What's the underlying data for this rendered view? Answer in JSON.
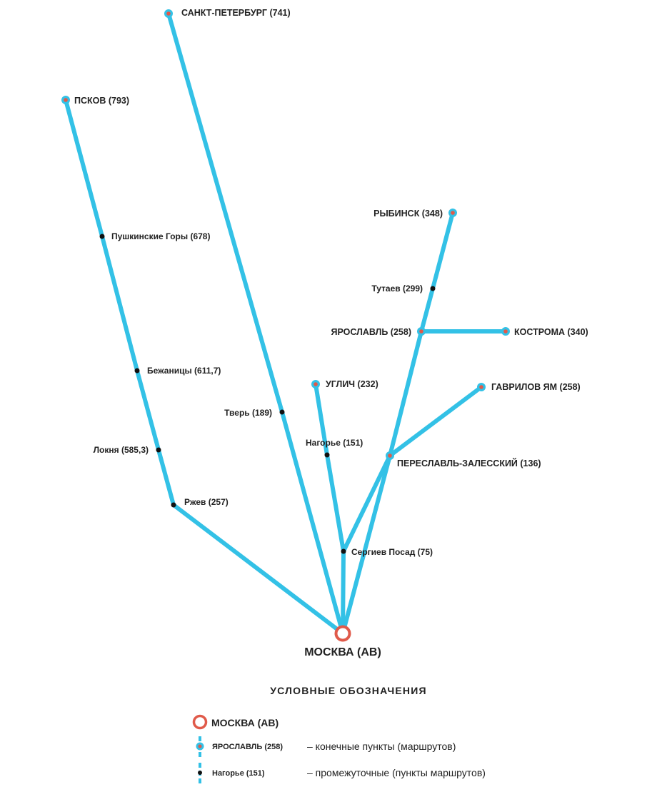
{
  "colors": {
    "route": "#33c1e6",
    "hub_ring": "#e05a4a",
    "terminal_center": "#e05a4a",
    "intermediate_dot": "#111111",
    "text": "#222222"
  },
  "hub": {
    "label": "МОСКВА (АВ)"
  },
  "stops": {
    "spb": {
      "label": "САНКТ-ПЕТЕРБУРГ (741)",
      "kind": "terminal"
    },
    "pskov": {
      "label": "ПСКОВ (793)",
      "kind": "terminal"
    },
    "rybinsk": {
      "label": "РЫБИНСК (348)",
      "kind": "terminal"
    },
    "kostroma": {
      "label": "КОСТРОМА (340)",
      "kind": "terminal"
    },
    "uglich": {
      "label": "УГЛИЧ (232)",
      "kind": "terminal"
    },
    "gavrilov": {
      "label": "ГАВРИЛОВ ЯМ (258)",
      "kind": "terminal"
    },
    "yaroslavl": {
      "label": "ЯРОСЛАВЛЬ (258)",
      "kind": "terminal"
    },
    "pereslavl": {
      "label": "ПЕРЕСЛАВЛЬ-ЗАЛЕССКИЙ (136)",
      "kind": "terminal"
    },
    "pushkin": {
      "label": "Пушкинские Горы (678)",
      "kind": "intermediate"
    },
    "bezhan": {
      "label": "Бежаницы (611,7)",
      "kind": "intermediate"
    },
    "loknya": {
      "label": "Локня (585,3)",
      "kind": "intermediate"
    },
    "rzhev": {
      "label": "Ржев (257)",
      "kind": "intermediate"
    },
    "tver": {
      "label": "Тверь (189)",
      "kind": "intermediate"
    },
    "tutaev": {
      "label": "Тутаев (299)",
      "kind": "intermediate"
    },
    "nagorye": {
      "label": "Нагорье (151)",
      "kind": "intermediate"
    },
    "sergiev": {
      "label": "Сергиев Посад (75)",
      "kind": "intermediate"
    }
  },
  "legend": {
    "title": "УСЛОВНЫЕ ОБОЗНАЧЕНИЯ",
    "hub_label": "МОСКВА (АВ)",
    "terminal_example": "ЯРОСЛАВЛЬ (258)",
    "terminal_desc": "– конечные пункты (маршрутов)",
    "intermediate_example": "Нагорье (151)",
    "intermediate_desc": "– промежуточные (пункты маршрутов)"
  }
}
